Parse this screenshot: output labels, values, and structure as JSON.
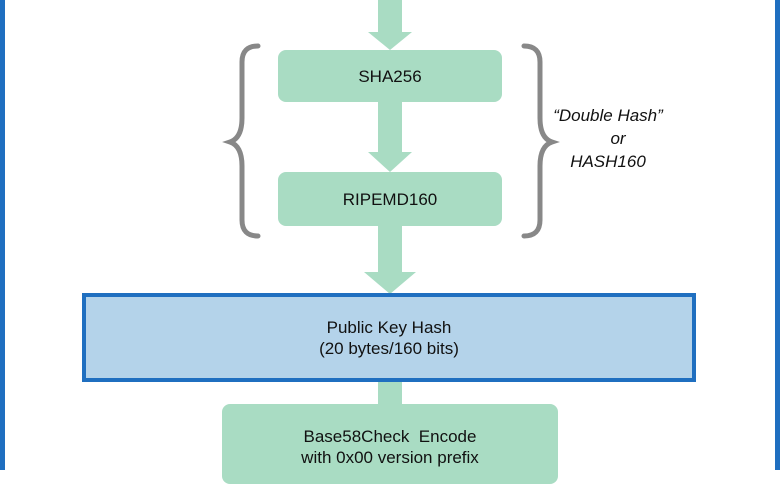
{
  "steps": {
    "sha256": "SHA256",
    "ripemd160": "RIPEMD160",
    "pubkey_hash_line1": "Public Key Hash",
    "pubkey_hash_line2": "(20 bytes/160 bits)",
    "encode_line1": "Base58Check  Encode",
    "encode_line2": "with 0x00 version prefix"
  },
  "annotation": {
    "line1": "“Double Hash”",
    "line2": "or",
    "line3": "HASH160"
  },
  "colors": {
    "step_fill": "#a9dcc3",
    "arrow": "#a9dcc3",
    "result_fill": "#b4d3ea",
    "result_border": "#1f6fc0",
    "frame_border": "#1f6fc0",
    "brace": "#888888"
  }
}
